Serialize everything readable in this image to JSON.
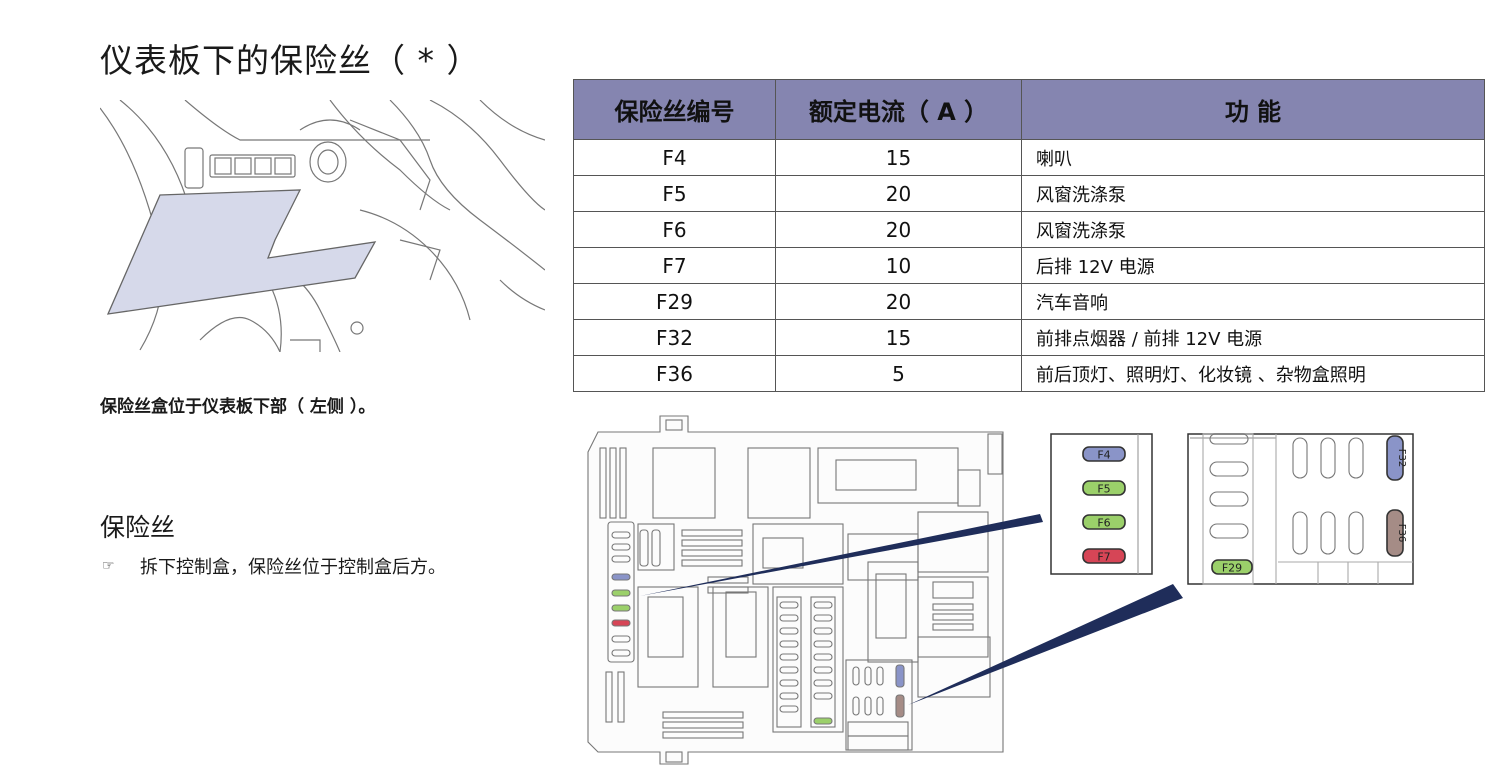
{
  "page": {
    "title": "仪表板下的保险丝（ * ）",
    "caption": "保险丝盒位于仪表板下部（ 左侧 ）。",
    "section_title": "保险丝",
    "instruction_icon": "pointing-hand-icon",
    "instruction_text": "拆下控制盒，保险丝位于控制盒后方。"
  },
  "table": {
    "headers": [
      "保险丝编号",
      "额定电流（ A ）",
      "功 能"
    ],
    "header_color": "#8585b0",
    "rows": [
      {
        "fuse": "F4",
        "amps": "15",
        "function": "喇叭"
      },
      {
        "fuse": "F5",
        "amps": "20",
        "function": "风窗洗涤泵"
      },
      {
        "fuse": "F6",
        "amps": "20",
        "function": "风窗洗涤泵"
      },
      {
        "fuse": "F7",
        "amps": "10",
        "function": "后排 12V 电源"
      },
      {
        "fuse": "F29",
        "amps": "20",
        "function": "汽车音响"
      },
      {
        "fuse": "F32",
        "amps": "15",
        "function": "前排点烟器 / 前排 12V 电源"
      },
      {
        "fuse": "F36",
        "amps": "5",
        "function": "前后顶灯、照明灯、化妆镜 、杂物盒照明"
      }
    ]
  },
  "diagram": {
    "fuse_labels": {
      "f4": "F4",
      "f5": "F5",
      "f6": "F6",
      "f7": "F7",
      "f29": "F29",
      "f32": "F32",
      "f36": "F36"
    },
    "colors": {
      "f4": "#8a94c8",
      "f5": "#9bd06a",
      "f6": "#9bd06a",
      "f7": "#d64556",
      "f29": "#9bd06a",
      "f32": "#8a94c8",
      "f36": "#a58c86"
    }
  }
}
